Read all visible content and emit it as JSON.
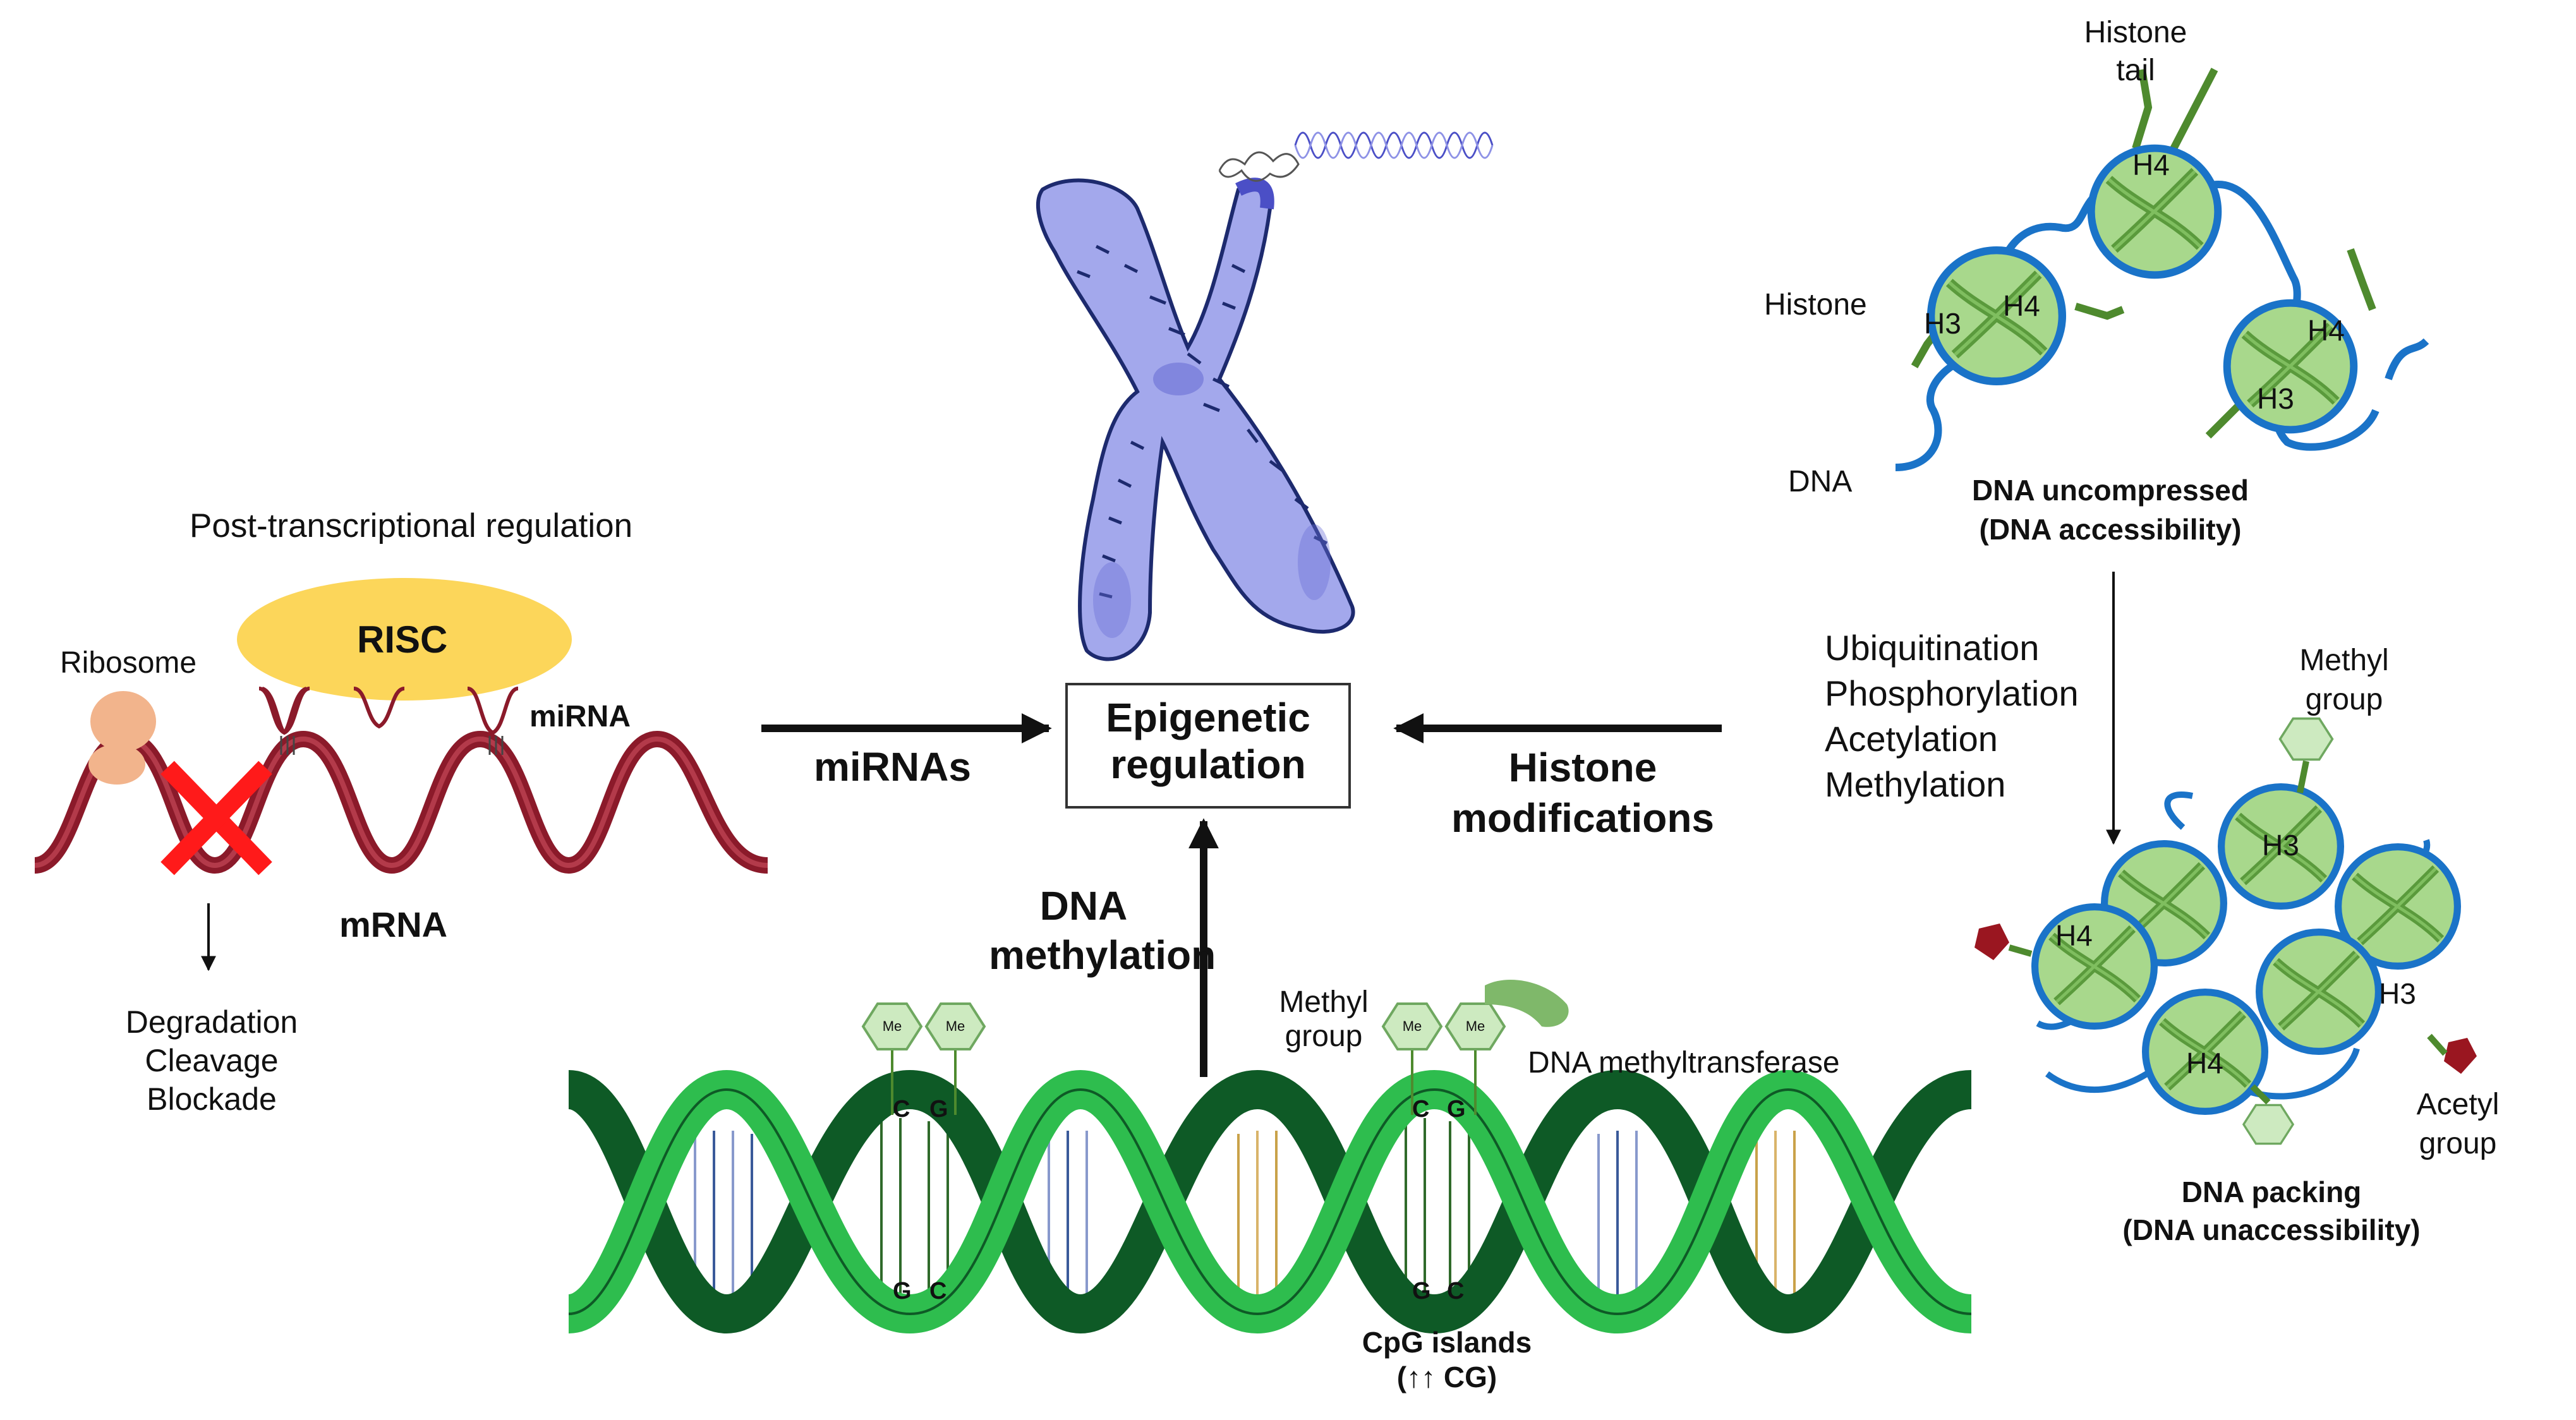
{
  "center": {
    "title_line1": "Epigenetic",
    "title_line2": "regulation"
  },
  "mirna_panel": {
    "heading": "Post-transcriptional regulation",
    "risc": "RISC",
    "ribosome": "Ribosome",
    "mirna": "miRNA",
    "mrna": "mRNA",
    "outcomes": [
      "Degradation",
      "Cleavage",
      "Blockade"
    ],
    "arrow_label": "miRNAs"
  },
  "histone_panel": {
    "histone_tail": [
      "Histone",
      "tail"
    ],
    "histone": "Histone",
    "dna": "DNA",
    "h3": "H3",
    "h4": "H4",
    "uncompressed": [
      "DNA uncompressed",
      "(DNA accessibility)"
    ],
    "modifications": [
      "Ubiquitination",
      "Phosphorylation",
      "Acetylation",
      "Methylation"
    ],
    "methyl_group": [
      "Methyl",
      "group"
    ],
    "acetyl_group": [
      "Acetyl",
      "group"
    ],
    "packing": [
      "DNA packing",
      "(DNA unaccessibility)"
    ],
    "arrow_label": [
      "Histone",
      "modifications"
    ]
  },
  "methylation_panel": {
    "arrow_label": [
      "DNA",
      "methylation"
    ],
    "methyl_group": [
      "Methyl",
      "group"
    ],
    "me": "Me",
    "enzyme": "DNA methyltransferase",
    "bases_top": [
      "C",
      "G"
    ],
    "bases_bottom": [
      "G",
      "C"
    ],
    "cpg": [
      "CpG islands",
      "(↑↑ CG)"
    ]
  },
  "colors": {
    "chromosome": "#a3a8ec",
    "chromosome_band": "#4b4fc6",
    "mrna": "#8b1a2a",
    "risc": "#fcd65a",
    "ribosome": "#f2b48c",
    "nucleosome": "#a8d88c",
    "histone_dna": "#1a73c8",
    "tail": "#4e8a2e",
    "dna_dark": "#0e5a26",
    "dna_light": "#2ebd4e",
    "cross": "#ff1a1a"
  }
}
